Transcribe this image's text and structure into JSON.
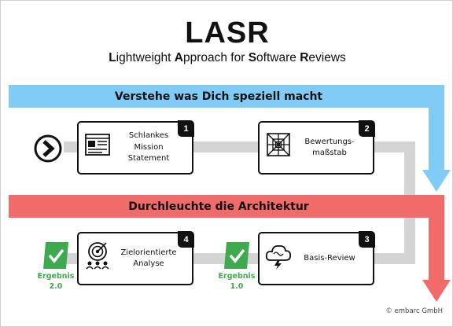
{
  "colors": {
    "blue": "#80ccf6",
    "red": "#f26b6b",
    "gray": "#d4d4d4",
    "green": "#3fa950",
    "black": "#111111"
  },
  "header": {
    "title": "LASR",
    "subtitle": [
      {
        "bold": "L",
        "rest": "ightweight "
      },
      {
        "bold": "A",
        "rest": "pproach for "
      },
      {
        "bold": "S",
        "rest": "oftware "
      },
      {
        "bold": "R",
        "rest": "eviews"
      }
    ]
  },
  "bands": {
    "blue": "Verstehe was Dich speziell macht",
    "red": "Durchleuchte die Architektur"
  },
  "steps": [
    {
      "number": "1",
      "label": "Schlankes Mission\nStatement",
      "icon": "document-layout-icon"
    },
    {
      "number": "2",
      "label": "Bewertungs-\nmaßstab",
      "icon": "web-grid-icon"
    },
    {
      "number": "3",
      "label": "Basis-Review",
      "icon": "storm-cloud-icon"
    },
    {
      "number": "4",
      "label": "Zielorientierte\nAnalyse",
      "icon": "target-team-icon"
    }
  ],
  "results": [
    {
      "label": "Ergebnis\n2.0"
    },
    {
      "label": "Ergebnis\n1.0"
    }
  ],
  "start_icon": "chevron-right-circle-icon",
  "copyright": "© embarc GmbH"
}
